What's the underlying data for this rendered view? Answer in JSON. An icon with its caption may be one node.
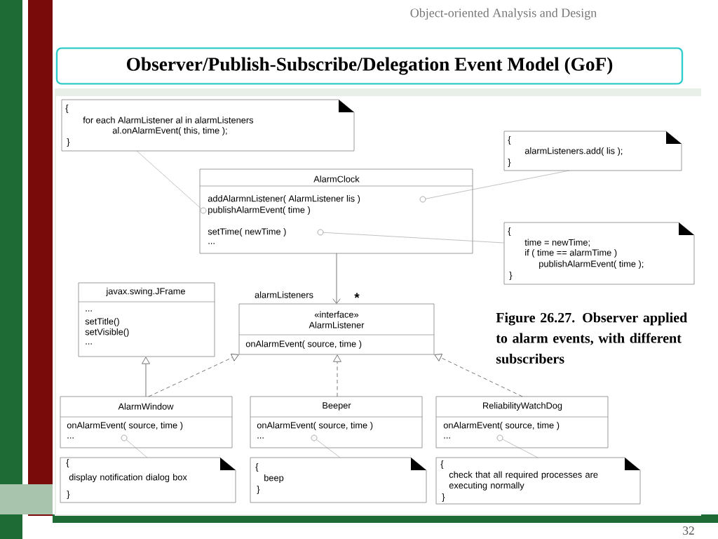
{
  "diagram": {
    "title": "Observer/Publish-Subscribe/Delegation Event Model (GoF)",
    "caption": "Figure 26.27. Observer applied to alarm events, with different subscribers",
    "nodes": [
      {
        "text": [
          "{",
          "for each AlarmListener al in alarmListeners",
          "al.onAlarmEvent( this, time );",
          "}"
        ]
      },
      {
        "text": [
          "AlarmClock",
          "addAlarmnListener( AlarmListener lis )",
          "publishAlarmEvent( time )",
          "setTime( newTime )",
          "..."
        ]
      },
      {
        "text": [
          "{",
          "alarmListeners.add( lis );",
          "}"
        ]
      },
      {
        "text": [
          "{",
          "time = newTime;",
          "if ( time == alarmTime )",
          "publishAlarmEvent( time );",
          "}"
        ]
      },
      {
        "text": [
          "javax.swing.JFrame",
          "...",
          "setTitle()",
          "setVisible()",
          "..."
        ]
      },
      {
        "text": [
          "«interface»",
          "AlarmListener",
          "onAlarmEvent( source, time )"
        ],
        "beside": [
          "*"
        ]
      },
      {
        "text": [
          "AlarmWindow",
          "onAlarmEvent( source, time )",
          "..."
        ]
      },
      {
        "text": [
          "Beeper",
          "onAlarmEvent( source, time )",
          "..."
        ]
      },
      {
        "text": [
          "ReliabilityWatchDog",
          "onAlarmEvent( source, time )",
          "..."
        ]
      },
      {
        "text": [
          "{",
          "display notification dialog box",
          "}"
        ]
      },
      {
        "text": [
          "{",
          "beep",
          "}"
        ]
      },
      {
        "text": [
          "{",
          "check that all required processes are executing normally",
          "}"
        ]
      },
      {
        "text": [],
        "shape": "circle",
        "in": 1
      },
      {
        "text": [],
        "shape": "circle",
        "in": 1
      },
      {
        "text": [],
        "shape": "circle",
        "in": 1
      },
      {
        "text": [],
        "shape": "circle",
        "in": 6
      },
      {
        "text": [],
        "shape": "circle",
        "in": 7
      },
      {
        "text": [],
        "shape": "circle",
        "in": 8
      }
    ],
    "edges": [
      {
        "from": 0,
        "to": 12,
        "arrow": "none",
        "color": "#999999"
      },
      {
        "from": 2,
        "to": 13,
        "arrow": "none",
        "color": "#999999"
      },
      {
        "from": 3,
        "to": 14,
        "arrow": "none",
        "color": "#999999"
      },
      {
        "from": 1,
        "to": 5,
        "arrow": "to",
        "label": "alarmListeners"
      },
      {
        "from": 6,
        "to": 4,
        "arrow": "to"
      },
      {
        "from": 6,
        "to": 5,
        "arrow": "to",
        "style": "dashed"
      },
      {
        "from": 7,
        "to": 5,
        "arrow": "to",
        "style": "dashed"
      },
      {
        "from": 8,
        "to": 5,
        "arrow": "to",
        "style": "dashed"
      },
      {
        "from": 9,
        "to": 15,
        "arrow": "none",
        "color": "#999999"
      },
      {
        "from": 10,
        "to": 16,
        "arrow": "none",
        "color": "#999999"
      },
      {
        "from": 11,
        "to": 17,
        "arrow": "none",
        "color": "#999999"
      }
    ],
    "labels": [
      "Object-oriented Analysis and Design",
      "32"
    ]
  }
}
